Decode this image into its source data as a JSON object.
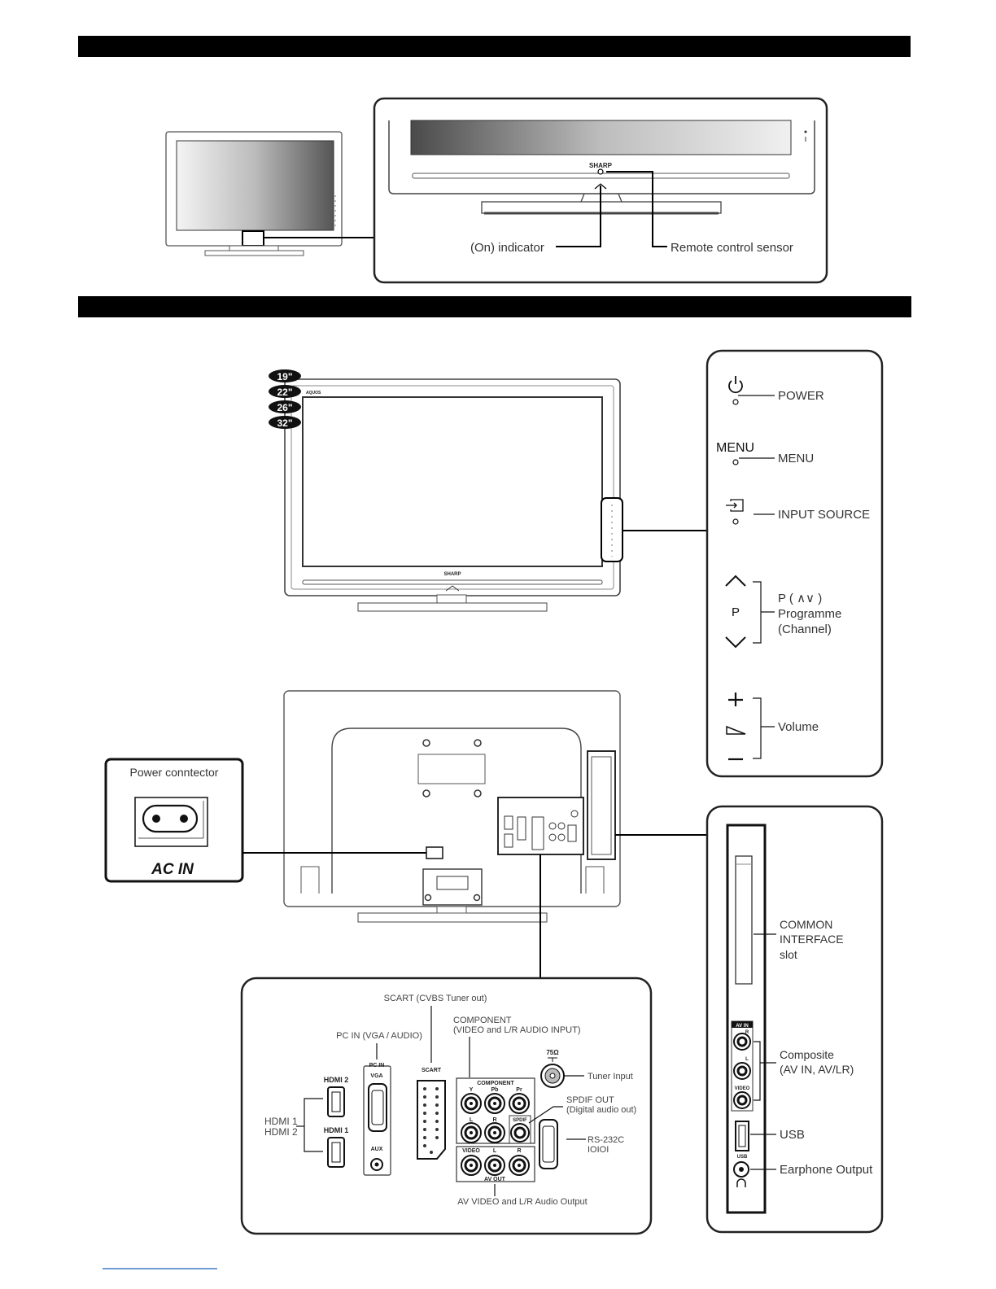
{
  "front": {
    "brand": "SHARP",
    "model": "AQUOS",
    "on_indicator_label": "(On) indicator",
    "remote_sensor_label": "Remote control sensor"
  },
  "sizes": [
    "19\"",
    "22\"",
    "26\"",
    "32\""
  ],
  "side_controls": {
    "power": "POWER",
    "menu_glyph": "MENU",
    "menu": "MENU",
    "input_source": "INPUT SOURCE",
    "p_glyph": "P",
    "programme_line1": "P ( ∧∨ )",
    "programme_line2": "Programme",
    "programme_line3": "(Channel)",
    "volume": "Volume"
  },
  "power_connector": {
    "title": "Power conntector",
    "ac_in": "AC IN"
  },
  "rear_panel": {
    "scart_title": "SCART (CVBS Tuner out)",
    "component_title_1": "COMPONENT",
    "component_title_2": "(VIDEO and L/R AUDIO INPUT)",
    "pc_in_title": "PC IN (VGA / AUDIO)",
    "hdmi_label_1": "HDMI 1",
    "hdmi_label_2": "HDMI 2",
    "hdmi_port_2": "HDMI 2",
    "hdmi_port_1": "HDMI 1",
    "pc_in_port": "PC IN",
    "vga": "VGA",
    "aux": "AUX",
    "scart_port": "SCART",
    "component_port": "COMPONENT",
    "y": "Y",
    "pb": "Pb",
    "pr": "Pr",
    "l": "L",
    "r": "R",
    "spdif": "SPDIF",
    "video": "VIDEO",
    "av_out": "AV OUT",
    "ohm": "75Ω",
    "tuner_input": "Tuner Input",
    "spdif_out_1": "SPDIF OUT",
    "spdif_out_2": "(Digital audio out)",
    "rs232c_1": "RS-232C",
    "rs232c_2": "IOIOI",
    "av_video_out": "AV VIDEO and L/R Audio Output"
  },
  "side_panel": {
    "ci_1": "COMMON",
    "ci_2": "INTERFACE",
    "ci_3": "slot",
    "av_in": "AV IN",
    "r": "R",
    "l": "L",
    "video": "VIDEO",
    "usb_port": "USB",
    "composite_1": "Composite",
    "composite_2": "(AV IN, AV/LR)",
    "usb": "USB",
    "earphone": "Earphone Output"
  }
}
